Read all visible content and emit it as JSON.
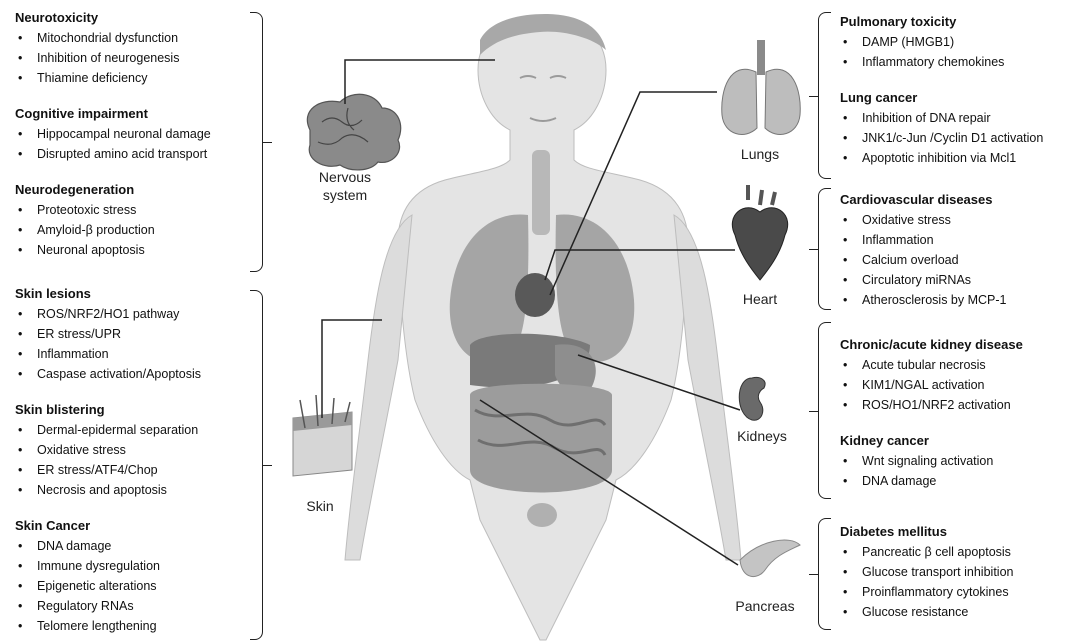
{
  "left": {
    "neuro": [
      {
        "title": "Neurotoxicity",
        "items": [
          "Mitochondrial dysfunction",
          "Inhibition  of neurogenesis",
          "Thiamine deficiency"
        ]
      },
      {
        "title": "Cognitive impairment",
        "items": [
          "Hippocampal neuronal damage",
          "Disrupted amino acid transport"
        ]
      },
      {
        "title": "Neurodegeneration",
        "items": [
          "Proteotoxic stress",
          "Amyloid-β production",
          "Neuronal apoptosis"
        ]
      }
    ],
    "skin": [
      {
        "title": "Skin lesions",
        "items": [
          "ROS/NRF2/HO1 pathway",
          "ER stress/UPR",
          "Inflammation",
          "Caspase activation/Apoptosis"
        ]
      },
      {
        "title": "Skin blistering",
        "items": [
          "Dermal-epidermal separation",
          "Oxidative stress",
          "ER stress/ATF4/Chop",
          "Necrosis and apoptosis"
        ]
      },
      {
        "title": "Skin Cancer",
        "items": [
          "DNA damage",
          "Immune dysregulation",
          "Epigenetic alterations",
          "Regulatory RNAs",
          "Telomere lengthening"
        ]
      }
    ]
  },
  "right": {
    "lungs": [
      {
        "title": "Pulmonary toxicity",
        "items": [
          "DAMP (HMGB1)",
          "Inflammatory chemokines"
        ]
      },
      {
        "title": "Lung cancer",
        "items": [
          "Inhibition of DNA repair",
          "JNK1/c-Jun /Cyclin D1 activation",
          "Apoptotic inhibition via Mcl1"
        ]
      }
    ],
    "heart": [
      {
        "title": "Cardiovascular diseases",
        "items": [
          "Oxidative stress",
          "Inflammation",
          "Calcium overload",
          "Circulatory miRNAs",
          "Atherosclerosis by MCP-1"
        ]
      }
    ],
    "kidneys": [
      {
        "title": "Chronic/acute kidney disease",
        "items": [
          "Acute tubular necrosis",
          "KIM1/NGAL activation",
          "ROS/HO1/NRF2 activation"
        ]
      },
      {
        "title": "Kidney cancer",
        "items": [
          "Wnt signaling activation",
          "DNA damage"
        ]
      }
    ],
    "pancreas": [
      {
        "title": "Diabetes mellitus",
        "items": [
          "Pancreatic β cell apoptosis",
          "Glucose transport inhibition",
          "Proinflammatory cytokines",
          "Glucose resistance"
        ]
      }
    ]
  },
  "organs": {
    "nervous_line1": "Nervous",
    "nervous_line2": "system",
    "skin": "Skin",
    "lungs": "Lungs",
    "heart": "Heart",
    "kidneys": "Kidneys",
    "pancreas": "Pancreas"
  },
  "colors": {
    "line": "#222222",
    "body": "#e6e6e6",
    "organ_dark": "#6b6b6b",
    "organ_mid": "#9a9a9a",
    "organ_light": "#c4c4c4"
  }
}
